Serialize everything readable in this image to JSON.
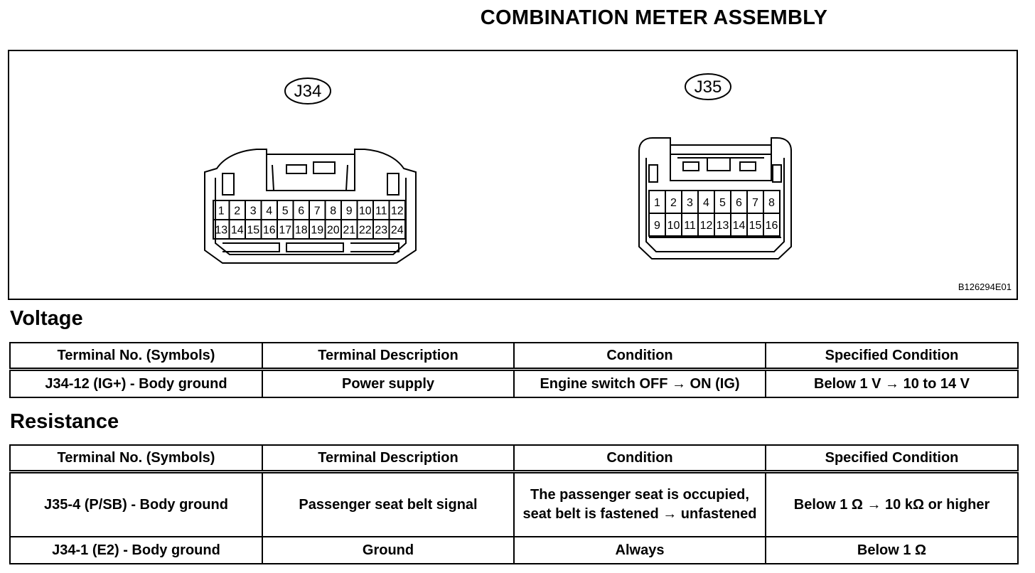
{
  "header": {
    "title": "COMBINATION METER ASSEMBLY"
  },
  "figure": {
    "connector_j34": {
      "label": "J34",
      "rows": [
        [
          "1",
          "2",
          "3",
          "4",
          "5",
          "6",
          "7",
          "8",
          "9",
          "10",
          "11",
          "12"
        ],
        [
          "13",
          "14",
          "15",
          "16",
          "17",
          "18",
          "19",
          "20",
          "21",
          "22",
          "23",
          "24"
        ]
      ]
    },
    "connector_j35": {
      "label": "J35",
      "rows": [
        [
          "1",
          "2",
          "3",
          "4",
          "5",
          "6",
          "7",
          "8"
        ],
        [
          "9",
          "10",
          "11",
          "12",
          "13",
          "14",
          "15",
          "16"
        ]
      ]
    },
    "figure_code": "B126294E01"
  },
  "voltage": {
    "section_title": "Voltage",
    "columns": [
      "Terminal No. (Symbols)",
      "Terminal Description",
      "Condition",
      "Specified Condition"
    ],
    "rows": [
      [
        "J34-12 (IG+) - Body ground",
        "Power supply",
        "Engine switch OFF → ON (IG)",
        "Below 1 V → 10 to 14 V"
      ]
    ]
  },
  "resistance": {
    "section_title": "Resistance",
    "columns": [
      "Terminal No. (Symbols)",
      "Terminal Description",
      "Condition",
      "Specified Condition"
    ],
    "rows": [
      [
        "J35-4 (P/SB) - Body ground",
        "Passenger seat belt signal",
        "The passenger seat is occupied, seat belt is fastened → unfastened",
        "Below 1 Ω → 10 kΩ or higher"
      ],
      [
        "J34-1 (E2) - Body ground",
        "Ground",
        "Always",
        "Below 1 Ω"
      ]
    ]
  }
}
